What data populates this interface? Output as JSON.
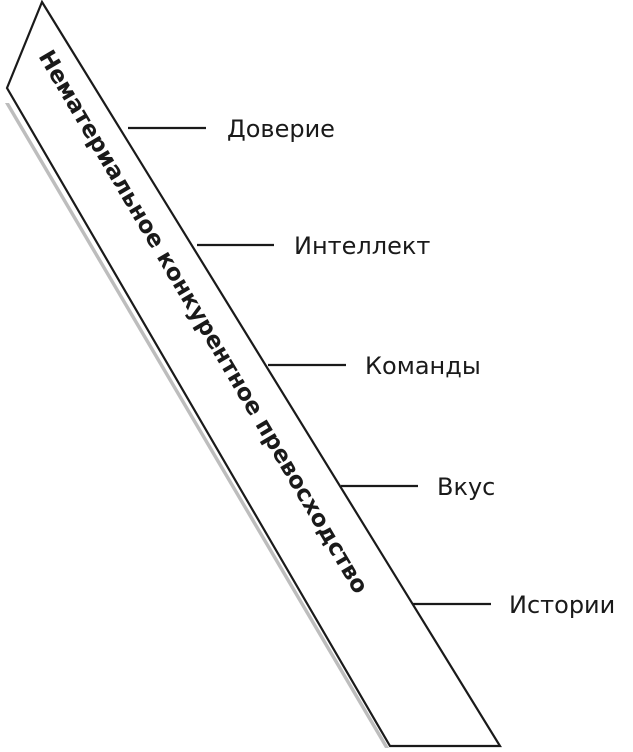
{
  "diagram": {
    "main_label": "Нематериальное конкурентное превосходство",
    "branches": [
      {
        "label": "Доверие"
      },
      {
        "label": "Интеллект"
      },
      {
        "label": "Команды"
      },
      {
        "label": "Вкус"
      },
      {
        "label": "Истории"
      }
    ],
    "colors": {
      "stroke": "#1a1a1a",
      "shadow": "#bdbdbd",
      "fill": "#ffffff"
    }
  }
}
